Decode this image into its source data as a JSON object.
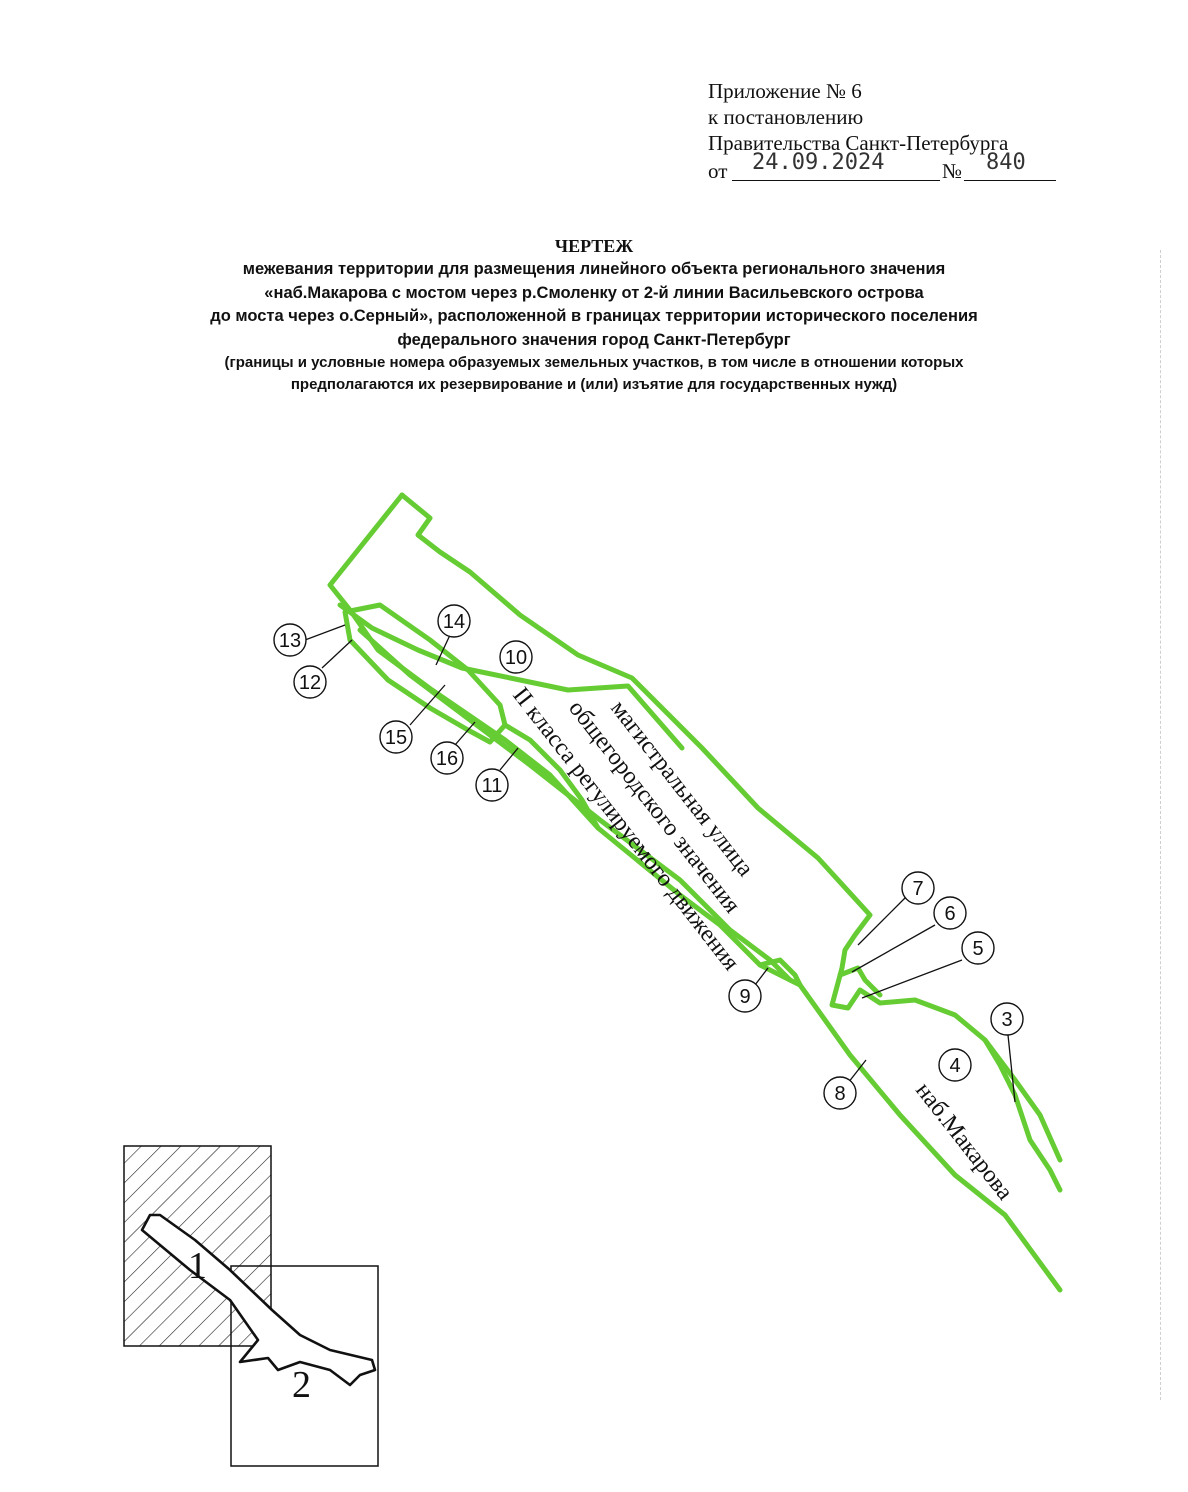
{
  "appendix": {
    "line1": "Приложение № 6",
    "line2": "к постановлению",
    "line3": "Правительства Санкт-Петербурга",
    "from_label": "от",
    "date": "24.09.2024",
    "number_label": "№",
    "number": "840"
  },
  "title": {
    "heading": "ЧЕРТЕЖ",
    "lines": [
      "межевания территории для размещения линейного объекта регионального значения",
      "«наб.Макарова с мостом через р.Смоленку от 2-й линии Васильевского острова",
      "до моста через  о.Серный», расположенной в границах территории исторического поселения",
      "федерального значения город Санкт-Петербург"
    ],
    "sublines": [
      "(границы и условные номера образуемых земельных участков, в том числе в отношении которых",
      "предполагаются их резервирование и (или) изъятие для государственных нужд)"
    ]
  },
  "map": {
    "boundary_color": "#66cc33",
    "street_labels": {
      "line1": "магистральная улица",
      "line2": "общегородского значения",
      "line3": "II класса регулируемого движения",
      "embankment": "наб.Макарова"
    },
    "plot_numbers": [
      "3",
      "4",
      "5",
      "6",
      "7",
      "8",
      "9",
      "10",
      "11",
      "12",
      "13",
      "14",
      "15",
      "16"
    ]
  },
  "keymap": {
    "sheet1": "1",
    "sheet2": "2"
  }
}
